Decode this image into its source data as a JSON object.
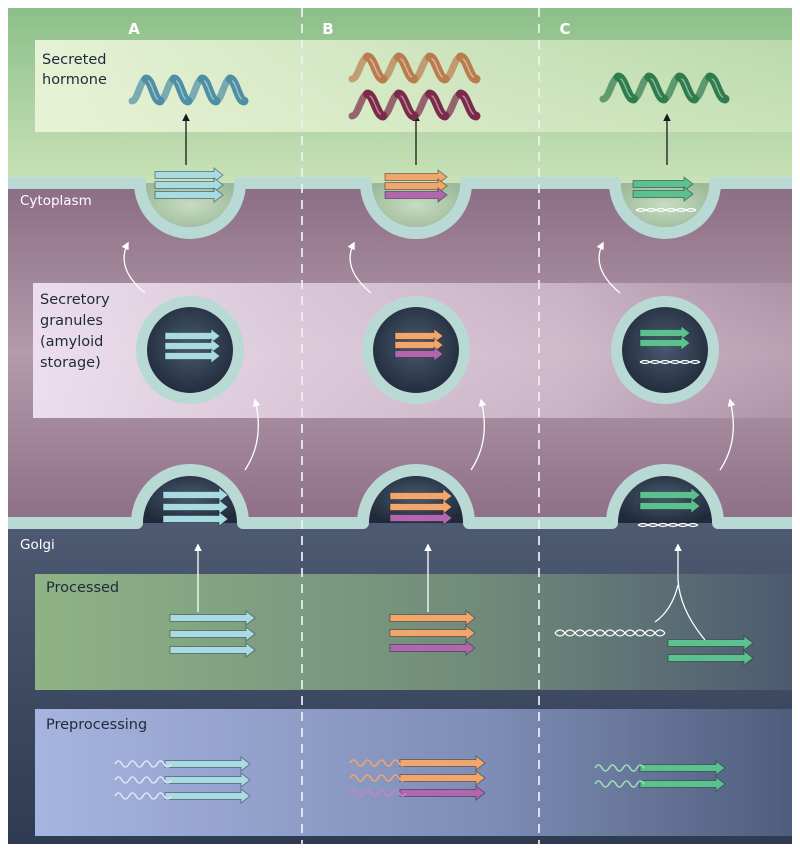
{
  "columns": [
    {
      "letter": "A"
    },
    {
      "letter": "B"
    },
    {
      "letter": "C"
    }
  ],
  "regions": {
    "secreted_hormone": "Secreted\nhormone",
    "cytoplasm": "Cytoplasm",
    "secretory_granules": "Secretory\ngranules\n(amyloid\nstorage)",
    "golgi": "Golgi",
    "processed": "Processed",
    "preprocessing": "Preprocessing"
  },
  "colors": {
    "background_top": "#9fc79a",
    "cytoplasm": "#a28497",
    "golgi": "#3e4d66",
    "membrane": "#b9d9d5",
    "granule_core": "#2f3b4c",
    "strand_blue": "#a9dbe3",
    "strand_orange": "#f2a66c",
    "strand_purple": "#b266ad",
    "strand_green": "#5dc08f",
    "helix_blue": "#4f8fa5",
    "helix_orange": "#b97d4d",
    "helix_maroon": "#7a2b4a",
    "helix_green": "#2f7c4f"
  }
}
